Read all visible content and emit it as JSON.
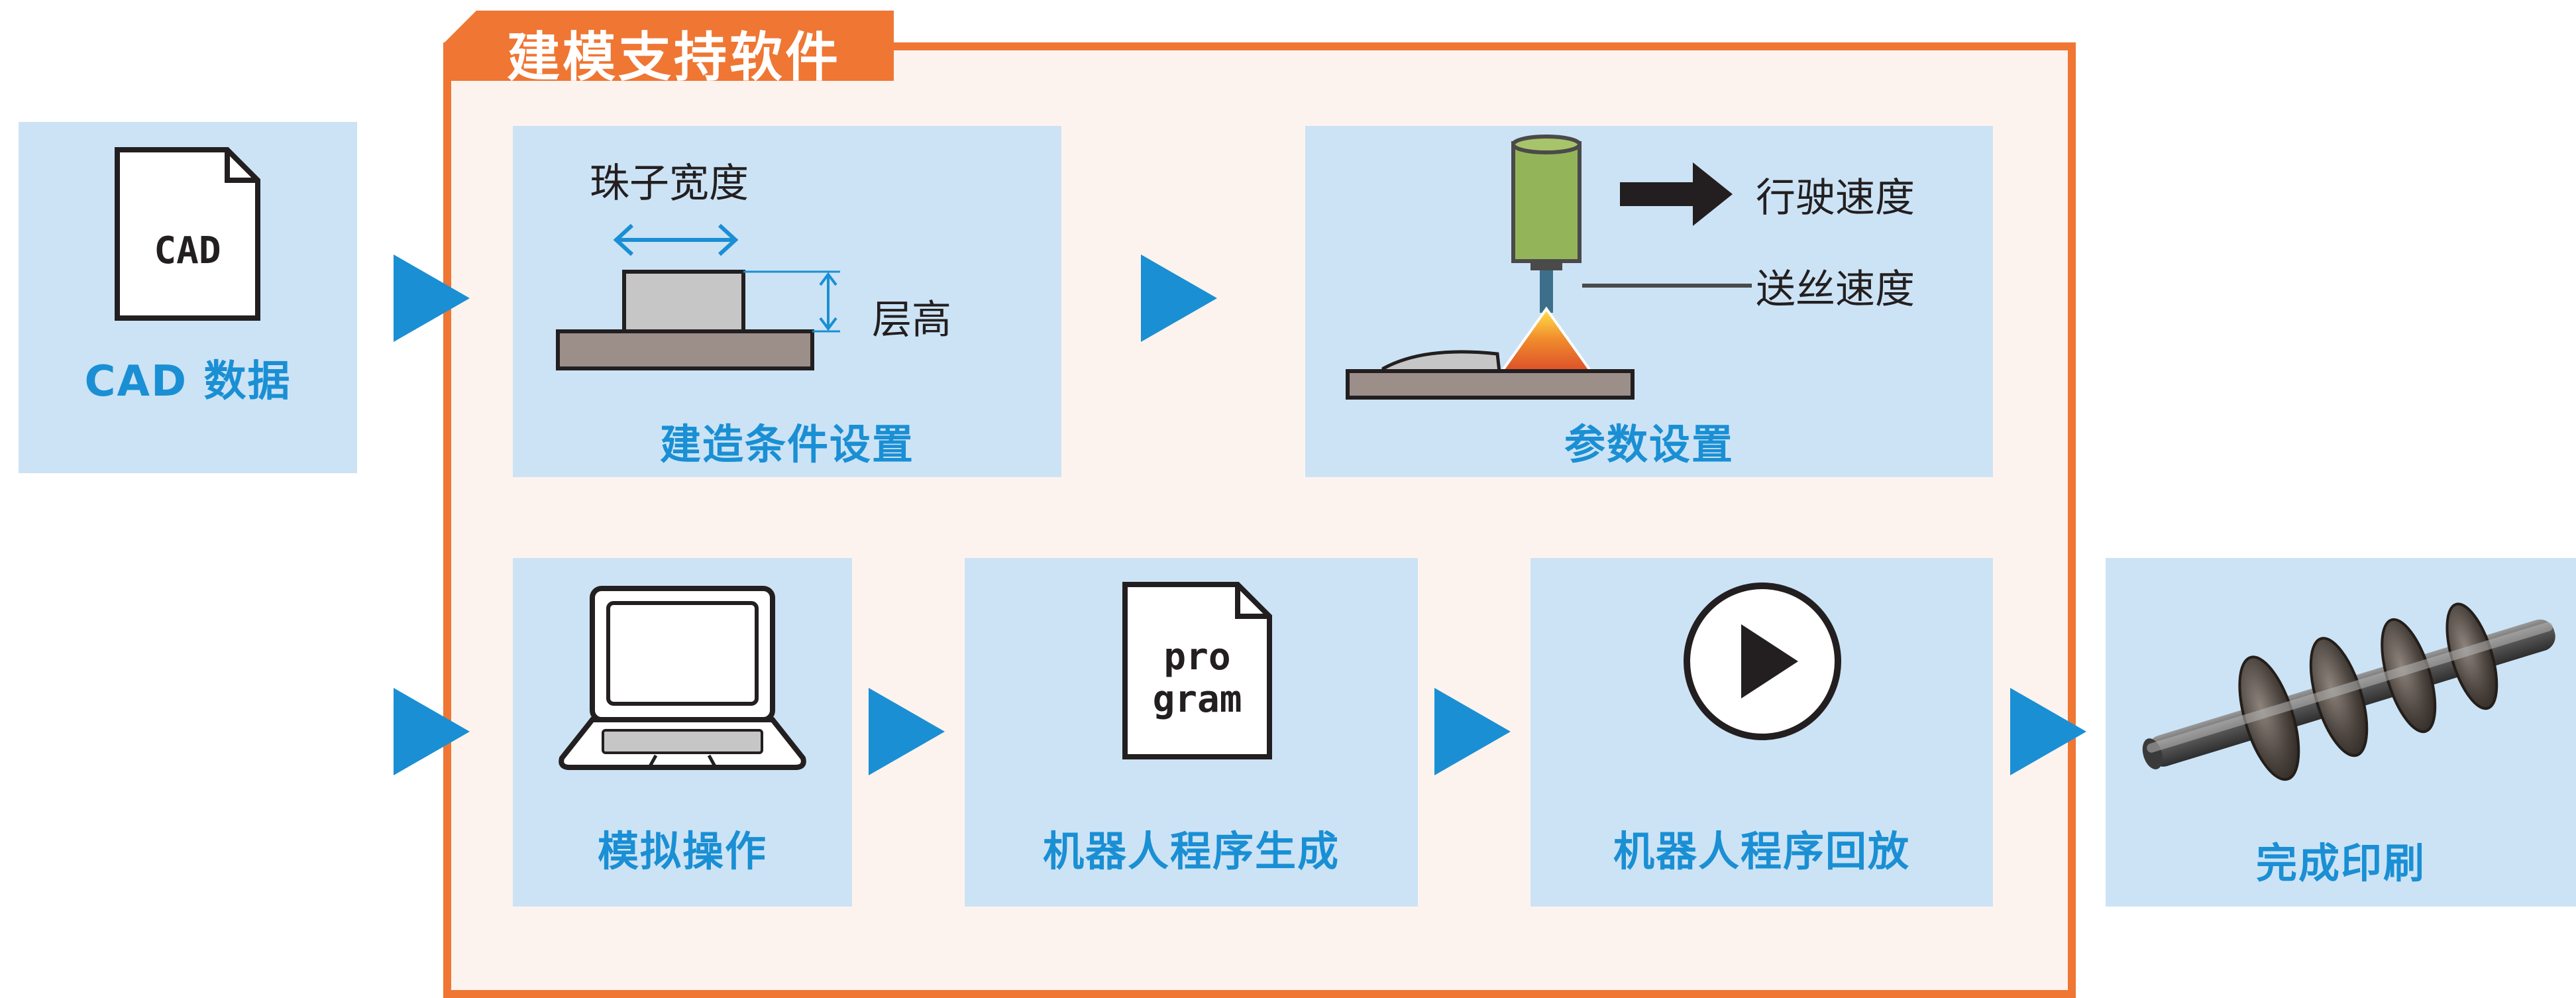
{
  "software_box": {
    "title": "建模支持软件"
  },
  "cad": {
    "icon_text": "CAD",
    "caption": "CAD 数据"
  },
  "build_conditions": {
    "bead_width_label": "珠子宽度",
    "layer_height_label": "层高",
    "caption": "建造条件设置"
  },
  "parameters": {
    "travel_speed_label": "行驶速度",
    "wire_feed_label": "送丝速度",
    "caption": "参数设置"
  },
  "simulation": {
    "caption": "模拟操作"
  },
  "program_generation": {
    "icon_line1": "pro",
    "icon_line2": "gram",
    "caption": "机器人程序生成"
  },
  "program_playback": {
    "caption": "机器人程序回放"
  },
  "finished": {
    "caption": "完成印刷"
  },
  "colors": {
    "accent_orange": "#ef7633",
    "arrow_blue": "#1a8fd4",
    "panel_blue": "#cce3f5",
    "box_fill": "#fdf3ee"
  }
}
